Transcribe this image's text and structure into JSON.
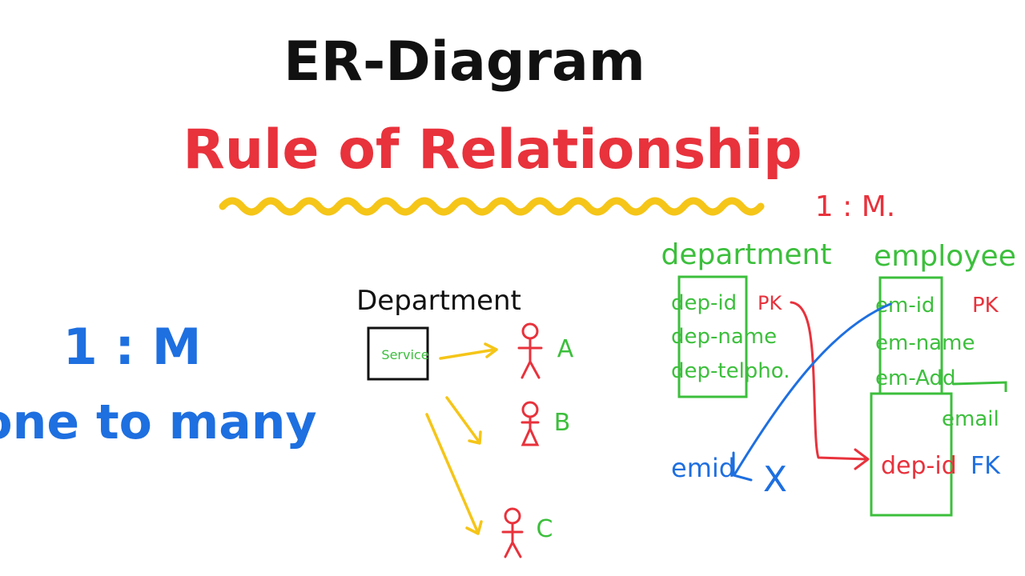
{
  "title": "ER-Diagram",
  "subtitle": "Rule of Relationship",
  "left": {
    "ratio": "1 : M",
    "description": "one to many"
  },
  "middle": {
    "entity_label": "Department",
    "box_label": "Service",
    "persons": [
      "A",
      "B",
      "C"
    ]
  },
  "right": {
    "ratio": "1 : M.",
    "department": {
      "label": "department",
      "fields": [
        "dep-id",
        "dep-name",
        "dep-telpho."
      ],
      "pk": "PK"
    },
    "employee": {
      "label": "employee",
      "fields": [
        "em-id",
        "em-name",
        "em-Add",
        "email"
      ],
      "pk": "PK",
      "fk_field": "dep-id",
      "fk": "FK"
    },
    "wrong_field": "emid",
    "wrong_mark": "X"
  },
  "colors": {
    "black": "#111111",
    "red": "#e8323c",
    "yellow": "#f5c518",
    "blue": "#1e6fe0",
    "green": "#3cbf3c"
  }
}
